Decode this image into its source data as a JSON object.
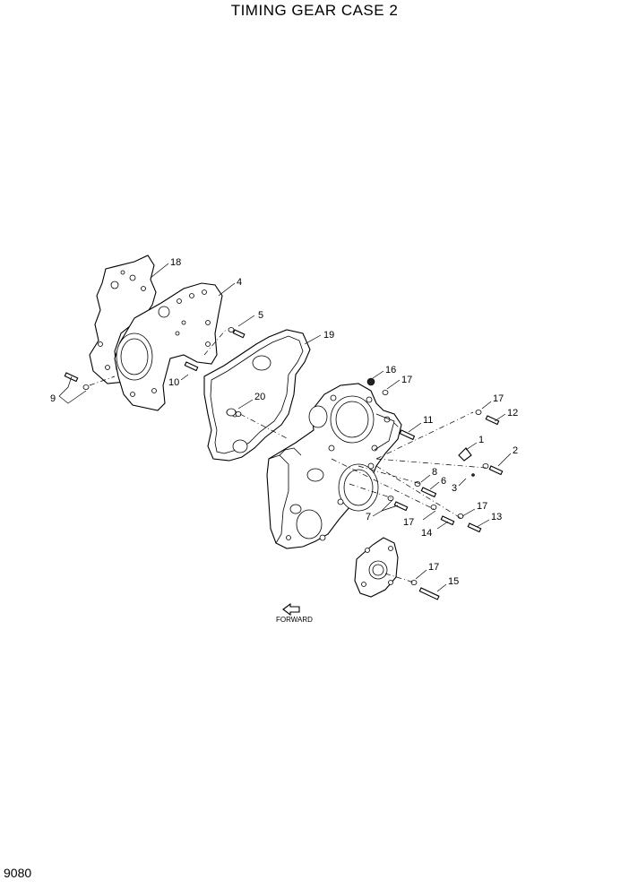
{
  "title": "TIMING GEAR CASE 2",
  "page_number": "9080",
  "forward_label": "FORWARD",
  "callouts": [
    "18",
    "4",
    "5",
    "19",
    "10",
    "9",
    "20",
    "16",
    "17",
    "11",
    "17",
    "12",
    "1",
    "2",
    "8",
    "6",
    "3",
    "7",
    "17",
    "17",
    "13",
    "14",
    "17",
    "15"
  ]
}
